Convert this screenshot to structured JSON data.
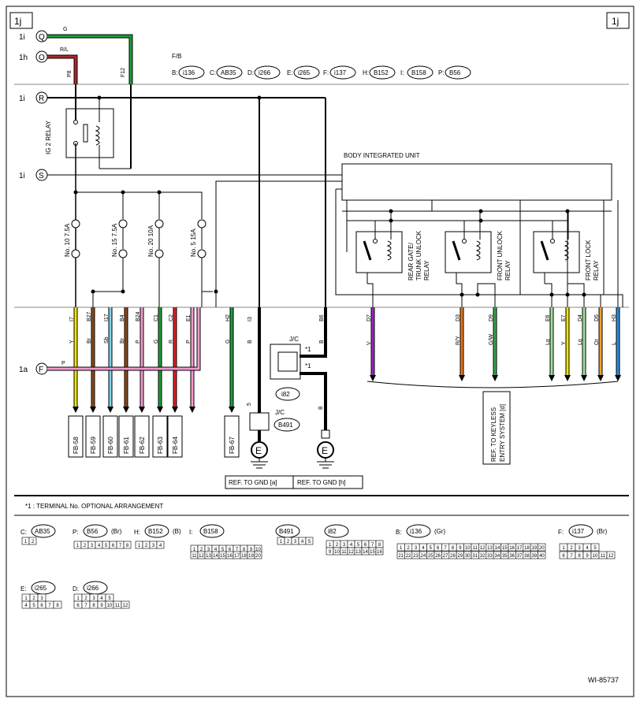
{
  "page_tag": "1j",
  "figure_id": "WI-85737",
  "fb_title": "F/B",
  "fb_connectors": [
    {
      "letter": "B:",
      "code": "i136"
    },
    {
      "letter": "C:",
      "code": "AB35"
    },
    {
      "letter": "D:",
      "code": "i266"
    },
    {
      "letter": "E:",
      "code": "i265"
    },
    {
      "letter": "F:",
      "code": "i137"
    },
    {
      "letter": "H:",
      "code": "B152"
    },
    {
      "letter": "I:",
      "code": "B158"
    },
    {
      "letter": "P:",
      "code": "B56"
    }
  ],
  "sources": [
    {
      "label": "1i",
      "node": "Q",
      "wire_color": "G",
      "pin": "F12",
      "hex": "#1c9e3a"
    },
    {
      "label": "1h",
      "node": "O",
      "wire_color": "R/L",
      "pin": "P8",
      "hex": "#b0262b"
    }
  ],
  "rails": [
    {
      "label": "1i",
      "node": "R"
    },
    {
      "label": "1i",
      "node": "S"
    },
    {
      "label": "1a",
      "node": "F",
      "wire_color": "P"
    }
  ],
  "ig2_relay": "IG 2 RELAY",
  "body_unit": "BODY INTEGRATED UNIT",
  "relays": [
    {
      "lines": [
        "REAR GATE/",
        "TRUNK UNLOCK",
        "RELAY"
      ]
    },
    {
      "lines": [
        "FRONT UNLOCK",
        "RELAY"
      ]
    },
    {
      "lines": [
        "FRONT LOCK",
        "RELAY"
      ]
    }
  ],
  "fuses": [
    {
      "label": "No. 10  7.5A"
    },
    {
      "label": "No. 15  7.5A"
    },
    {
      "label": "No. 20  10A"
    },
    {
      "label": "No. 5  15A"
    }
  ],
  "pins": [
    {
      "pin": "I7",
      "color": "Y",
      "hex": "#f2e600"
    },
    {
      "pin": "B27",
      "color": "Br",
      "hex": "#8b4a1c"
    },
    {
      "pin": "I17",
      "color": "Sb",
      "hex": "#7fd3ea"
    },
    {
      "pin": "B4",
      "color": "Br",
      "hex": "#8b4a1c"
    },
    {
      "pin": "B24",
      "color": "P",
      "hex": "#f39bd0"
    },
    {
      "pin": "C1",
      "color": "G",
      "hex": "#1c9e3a"
    },
    {
      "pin": "C2",
      "color": "R",
      "hex": "#e41f26"
    },
    {
      "pin": "E1",
      "color": "P",
      "hex": "#f39bd0"
    },
    {
      "pin": "H2",
      "color": "G",
      "hex": "#1c9e3a"
    },
    {
      "pin": "I3",
      "color": "B",
      "hex": "#000000"
    },
    {
      "pin": "B6",
      "color": "B",
      "hex": "#000000"
    },
    {
      "pin": "D7",
      "color": "V",
      "hex": "#9b27c2"
    },
    {
      "pin": "D3",
      "color": "R/Y",
      "hex": "#e6761c"
    },
    {
      "pin": "D9",
      "color": "G/W",
      "hex": "#3aa54a"
    },
    {
      "pin": "E6",
      "color": "Lg",
      "hex": "#9be39b"
    },
    {
      "pin": "E7",
      "color": "Y",
      "hex": "#f2e600"
    },
    {
      "pin": "D4",
      "color": "Lg",
      "hex": "#9be39b"
    },
    {
      "pin": "D5",
      "color": "Or",
      "hex": "#f0a030"
    },
    {
      "pin": "H3",
      "color": "L",
      "hex": "#2a8de0"
    }
  ],
  "fb_outputs": [
    "FB-58",
    "FB-59",
    "FB-60",
    "FB-61",
    "FB-62",
    "FB-63",
    "FB-64",
    "FB-67"
  ],
  "jc_top": {
    "label": "J/C",
    "mark1": "*1",
    "mark2": "*1",
    "code": "i82"
  },
  "jc_left": {
    "label": "J/C",
    "pin": "5",
    "code": "B491"
  },
  "wire_b": "B",
  "ground": "E",
  "gnd_refs": [
    "REF. TO GND [a]",
    "REF. TO GND [h]"
  ],
  "keyless_ref": [
    "REF. TO KEYLESS",
    "ENTRY SYSTEM [d]"
  ],
  "footnote": "*1  : TERMINAL No. OPTIONAL ARRANGEMENT",
  "connectors": [
    {
      "letter": "C:",
      "code": "AB35",
      "suffix": "",
      "rows": [
        [
          "1",
          "2"
        ]
      ]
    },
    {
      "letter": "P:",
      "code": "B56",
      "suffix": "(Br)",
      "rows": [
        [
          "1",
          "2",
          "3",
          "4",
          "5",
          "6",
          "7",
          "8"
        ]
      ]
    },
    {
      "letter": "H:",
      "code": "B152",
      "suffix": "(B)",
      "rows": [
        [
          "1",
          "2",
          "3",
          "4"
        ]
      ]
    },
    {
      "letter": "I:",
      "code": "B158",
      "suffix": "",
      "rows": [
        [
          "1",
          "2",
          "3",
          "4",
          "5",
          "6",
          "7",
          "8",
          "9",
          "10"
        ],
        [
          "11",
          "12",
          "13",
          "14",
          "15",
          "16",
          "17",
          "18",
          "19",
          "20"
        ]
      ]
    },
    {
      "letter": "",
      "code": "B491",
      "suffix": "",
      "rows": [
        [
          "1",
          "2",
          "3",
          "4",
          "5"
        ]
      ]
    },
    {
      "letter": "",
      "code": "i82",
      "suffix": "",
      "rows": [
        [
          "1",
          "2",
          "3",
          "4",
          "5",
          "6",
          "7",
          "8"
        ],
        [
          "9",
          "10",
          "11",
          "12",
          "13",
          "14",
          "15",
          "16"
        ]
      ]
    },
    {
      "letter": "B:",
      "code": "i136",
      "suffix": "(Gr)",
      "rows": [
        [
          "1",
          "2",
          "3",
          "4",
          "5",
          "6",
          "7",
          "8",
          "9",
          "10",
          "11",
          "12",
          "13",
          "14",
          "15",
          "16",
          "17",
          "18",
          "19",
          "20"
        ],
        [
          "21",
          "22",
          "23",
          "24",
          "25",
          "26",
          "27",
          "28",
          "29",
          "30",
          "31",
          "32",
          "33",
          "34",
          "35",
          "36",
          "37",
          "38",
          "39",
          "40"
        ]
      ]
    },
    {
      "letter": "F:",
      "code": "i137",
      "suffix": "(Br)",
      "rows": [
        [
          "1",
          "2",
          "3",
          "4",
          "5"
        ],
        [
          "6",
          "7",
          "8",
          "9",
          "10",
          "11",
          "12"
        ]
      ]
    },
    {
      "letter": "E:",
      "code": "i265",
      "suffix": "",
      "rows": [
        [
          "1",
          "2",
          "3"
        ],
        [
          "4",
          "5",
          "6",
          "7",
          "8"
        ]
      ]
    },
    {
      "letter": "D:",
      "code": "i266",
      "suffix": "",
      "rows": [
        [
          "1",
          "2",
          "3",
          "4",
          "5"
        ],
        [
          "6",
          "7",
          "8",
          "9",
          "10",
          "11",
          "12"
        ]
      ]
    }
  ]
}
